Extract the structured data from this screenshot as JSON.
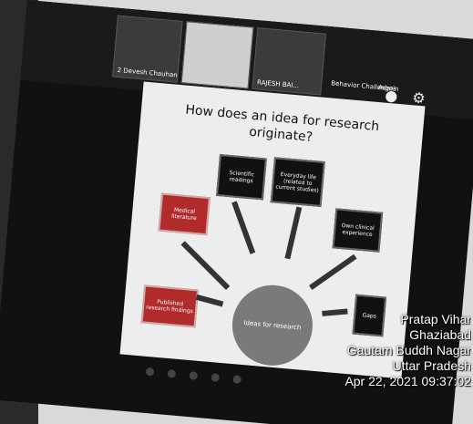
{
  "meeting": {
    "participants": [
      {
        "name": "2 Devesh Chauhan"
      },
      {
        "name": ""
      },
      {
        "name": "RAJESH BAI..."
      }
    ],
    "menu": [
      "Behavior Challenges",
      "Admin"
    ]
  },
  "slide": {
    "title": "How does an idea for research originate?",
    "boxes": [
      {
        "label": "Scientific readings",
        "style": "dark"
      },
      {
        "label": "Everyday life (related to current studies)",
        "style": "dark"
      },
      {
        "label": "Medical literature",
        "style": "red"
      },
      {
        "label": "Own clinical experience",
        "style": "dark"
      },
      {
        "label": "Published research findings",
        "style": "red"
      },
      {
        "label": "Gaps",
        "style": "dark"
      }
    ],
    "hub": "Ideas for research"
  },
  "overlay": {
    "lines": [
      "Pratap Vihar",
      "Ghaziabad",
      "Gautam Buddh Nagar",
      "Uttar Pradesh",
      "Apr 22, 2021 09:37:02"
    ]
  }
}
